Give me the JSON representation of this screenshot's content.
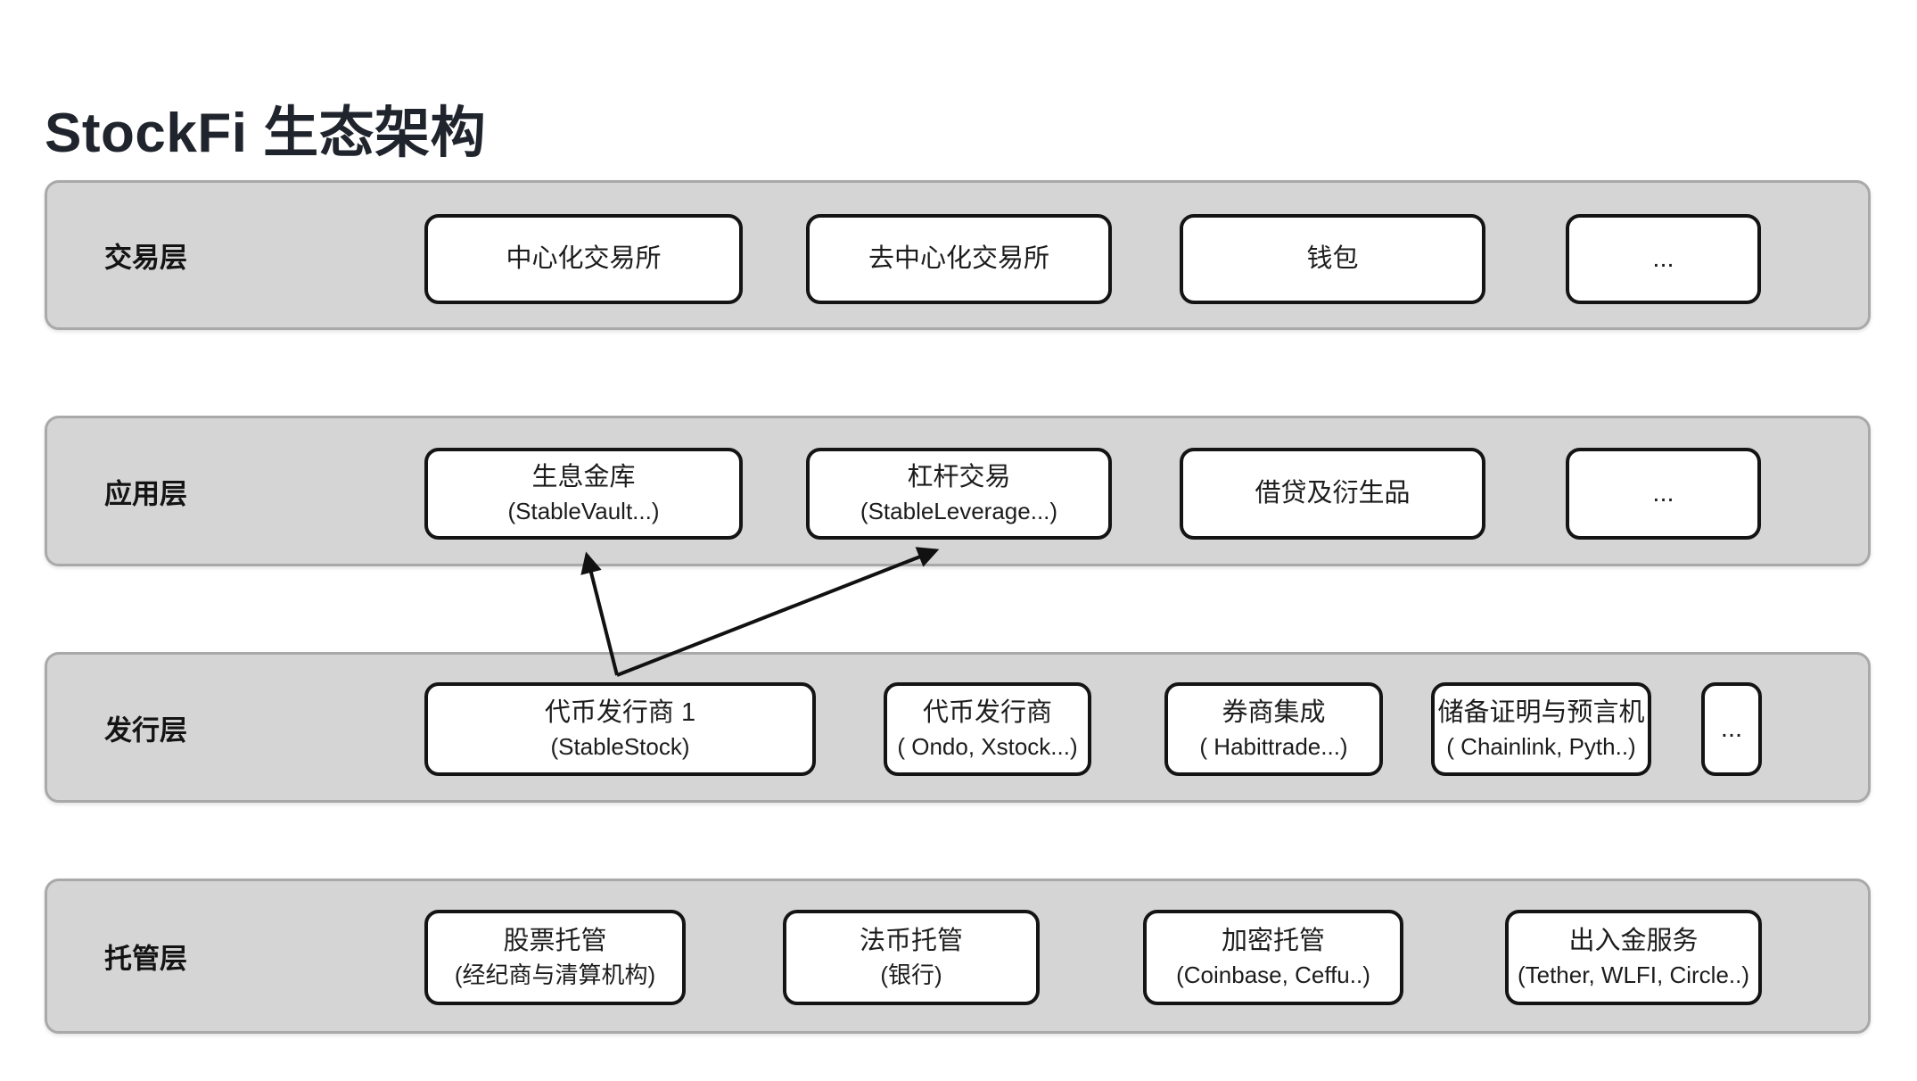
{
  "title": "StockFi 生态架构",
  "colors": {
    "band_fill": "#d5d5d5",
    "band_border": "#a9a9a9",
    "box_border": "#141414",
    "text": "#1c1c1c",
    "arrow": "#111111"
  },
  "layers": [
    {
      "label": "交易层",
      "boxes": [
        {
          "lines": [
            "中心化交易所"
          ]
        },
        {
          "lines": [
            "去中心化交易所"
          ]
        },
        {
          "lines": [
            "钱包"
          ]
        },
        {
          "lines": [
            "..."
          ]
        }
      ]
    },
    {
      "label": "应用层",
      "boxes": [
        {
          "lines": [
            "生息金库",
            "(StableVault...)"
          ]
        },
        {
          "lines": [
            "杠杆交易",
            "(StableLeverage...)"
          ]
        },
        {
          "lines": [
            "借贷及衍生品"
          ]
        },
        {
          "lines": [
            "..."
          ]
        }
      ]
    },
    {
      "label": "发行层",
      "boxes": [
        {
          "lines": [
            "代币发行商 1",
            "(StableStock)"
          ]
        },
        {
          "lines": [
            "代币发行商",
            "( Ondo, Xstock...)"
          ]
        },
        {
          "lines": [
            "券商集成",
            "( Habittrade...)"
          ]
        },
        {
          "lines": [
            "储备证明与预言机",
            "( Chainlink, Pyth..)"
          ]
        },
        {
          "lines": [
            "..."
          ]
        }
      ]
    },
    {
      "label": "托管层",
      "boxes": [
        {
          "lines": [
            "股票托管",
            "(经纪商与清算机构)"
          ]
        },
        {
          "lines": [
            "法币托管",
            "(银行)"
          ]
        },
        {
          "lines": [
            "加密托管",
            "(Coinbase, Ceffu..)"
          ]
        },
        {
          "lines": [
            "出入金服务",
            "(Tether, WLFI, Circle..)"
          ]
        }
      ]
    }
  ],
  "arrows": [
    {
      "from": "代币发行商 1 (StableStock)",
      "to": "生息金库 (StableVault...)"
    },
    {
      "from": "代币发行商 1 (StableStock)",
      "to": "杠杆交易 (StableLeverage...)"
    }
  ]
}
